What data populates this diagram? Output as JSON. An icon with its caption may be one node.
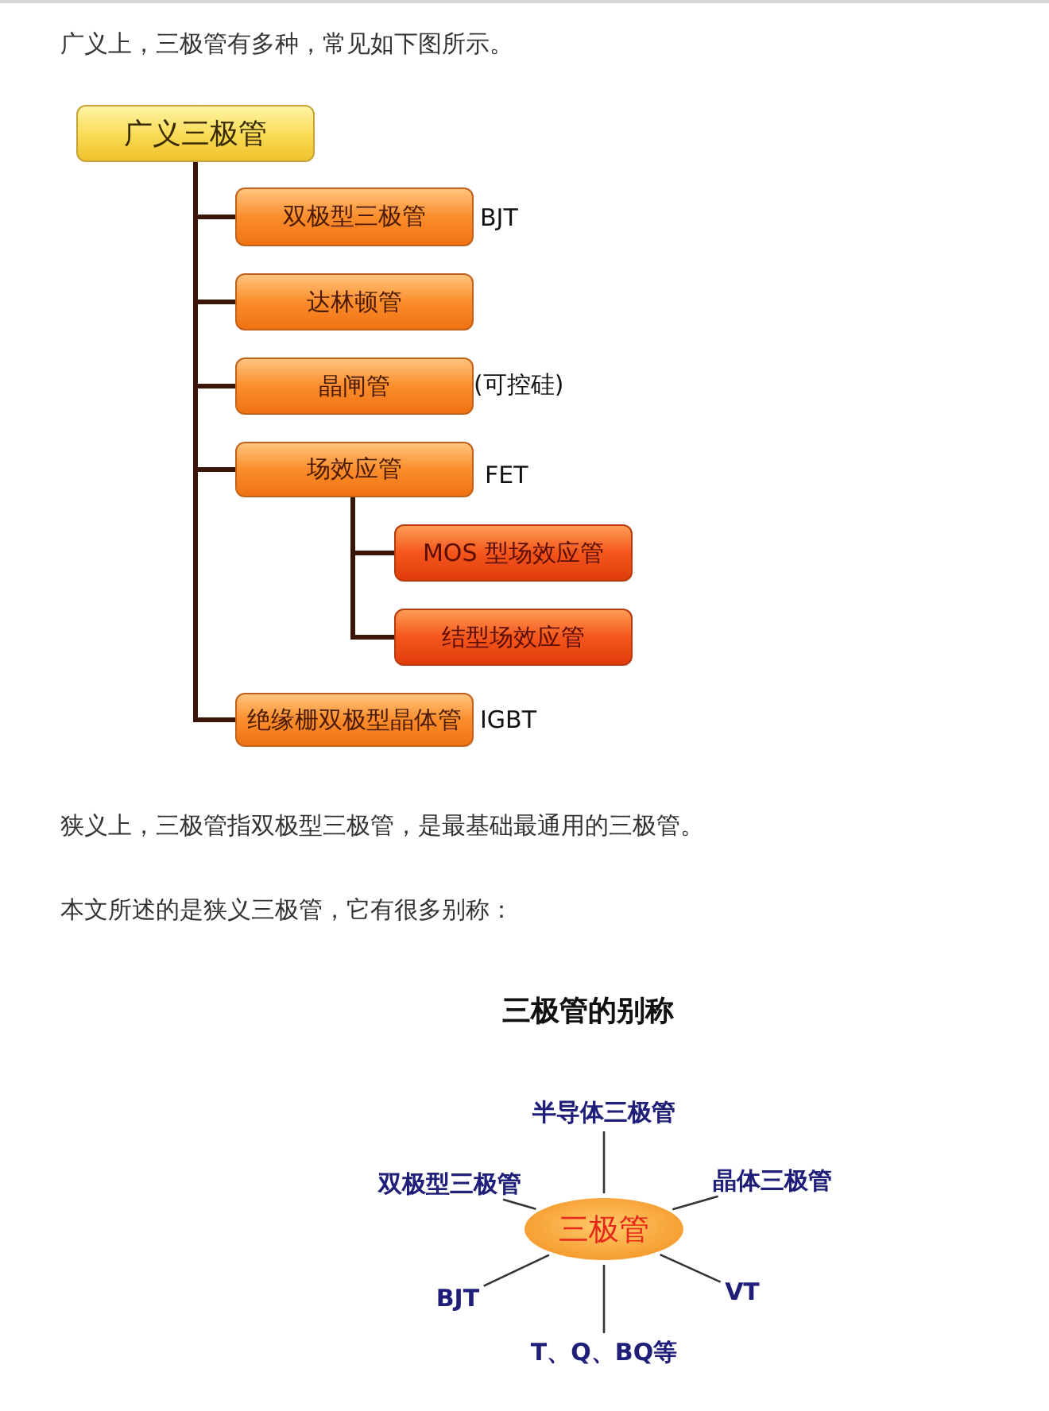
{
  "diagram": {
    "nodes": [
      {
        "text": [
          "广义三极管"
        ]
      },
      {
        "text": [
          "双极型三极管"
        ],
        "beside": [
          "BJT"
        ]
      },
      {
        "text": [
          "达林顿管"
        ]
      },
      {
        "text": [
          "晶闸管"
        ],
        "beside": [
          "(可控硅)"
        ]
      },
      {
        "text": [
          "场效应管"
        ],
        "beside": [
          "FET"
        ]
      },
      {
        "text": [
          "MOS 型场效应管"
        ]
      },
      {
        "text": [
          "结型场效应管"
        ]
      },
      {
        "text": [
          "绝缘栅双极型晶体管"
        ],
        "beside": [
          "IGBT"
        ]
      },
      {
        "text": [
          "半导体三极管"
        ]
      },
      {
        "text": [
          "双极型三极管"
        ]
      },
      {
        "text": [
          "晶体三极管"
        ]
      },
      {
        "text": [
          "三极管"
        ]
      },
      {
        "text": [
          "BJT"
        ]
      },
      {
        "text": [
          "VT"
        ]
      },
      {
        "text": [
          "T、Q、BQ等"
        ]
      }
    ],
    "edges": [
      {
        "from": 0,
        "to": 1,
        "arrow": "none"
      },
      {
        "from": 0,
        "to": 2,
        "arrow": "none"
      },
      {
        "from": 0,
        "to": 3,
        "arrow": "none"
      },
      {
        "from": 0,
        "to": 4,
        "arrow": "none"
      },
      {
        "from": 4,
        "to": 5,
        "arrow": "none"
      },
      {
        "from": 4,
        "to": 6,
        "arrow": "none"
      },
      {
        "from": 0,
        "to": 7,
        "arrow": "none"
      },
      {
        "from": 11,
        "to": 8,
        "arrow": "none"
      },
      {
        "from": 11,
        "to": 9,
        "arrow": "none"
      },
      {
        "from": 11,
        "to": 10,
        "arrow": "none"
      },
      {
        "from": 11,
        "to": 12,
        "arrow": "none"
      },
      {
        "from": 11,
        "to": 13,
        "arrow": "none"
      },
      {
        "from": 11,
        "to": 14,
        "arrow": "none"
      }
    ],
    "labels": [
      "广义上，三极管有多种，常见如下图所示。",
      "狭义上，三极管指双极型三极管，是最基础最通用的三极管。",
      "本文所述的是狭义三极管，它有很多别称：",
      "三极管的别称"
    ]
  }
}
